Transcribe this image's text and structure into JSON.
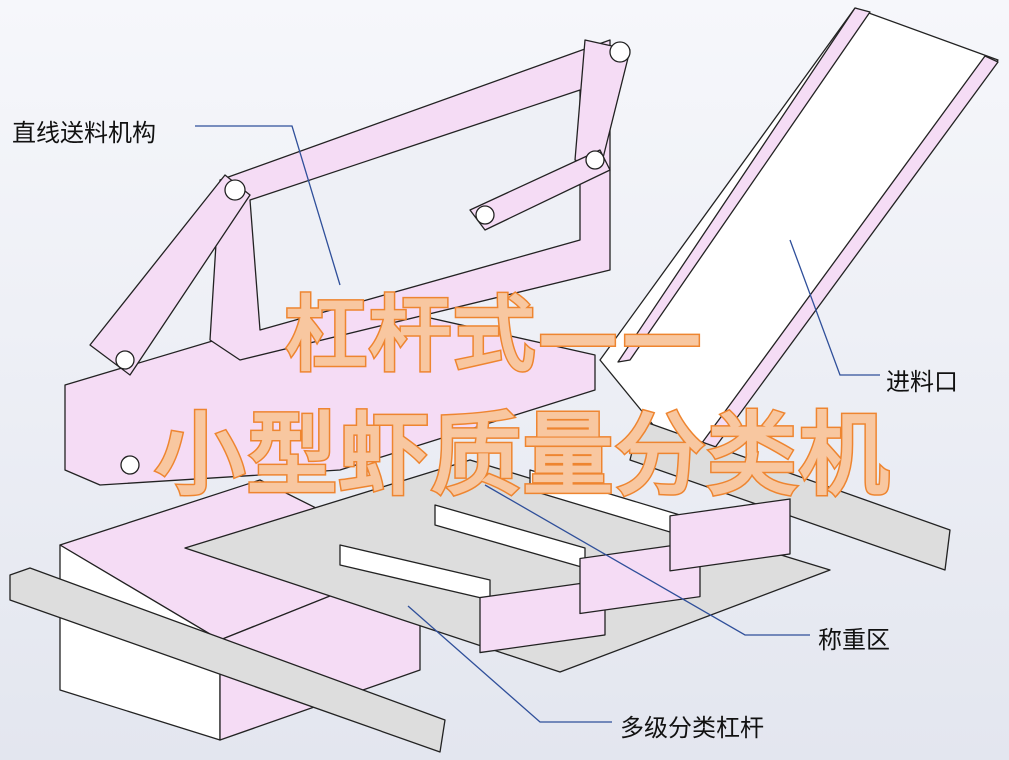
{
  "title": {
    "line1": "杠杆式——",
    "line2": "小型虾质量分类机"
  },
  "labels": {
    "feed_mechanism": "直线送料机构",
    "inlet": "进料口",
    "weighing_zone": "称重区",
    "levers": "多级分类杠杆"
  },
  "colors": {
    "pink": "#f5dcf5",
    "line": "#222222",
    "leader": "#2f4f9a",
    "title_fill": "#f8c7a0",
    "title_stroke": "#ee8530",
    "background": "#eef0f6"
  }
}
